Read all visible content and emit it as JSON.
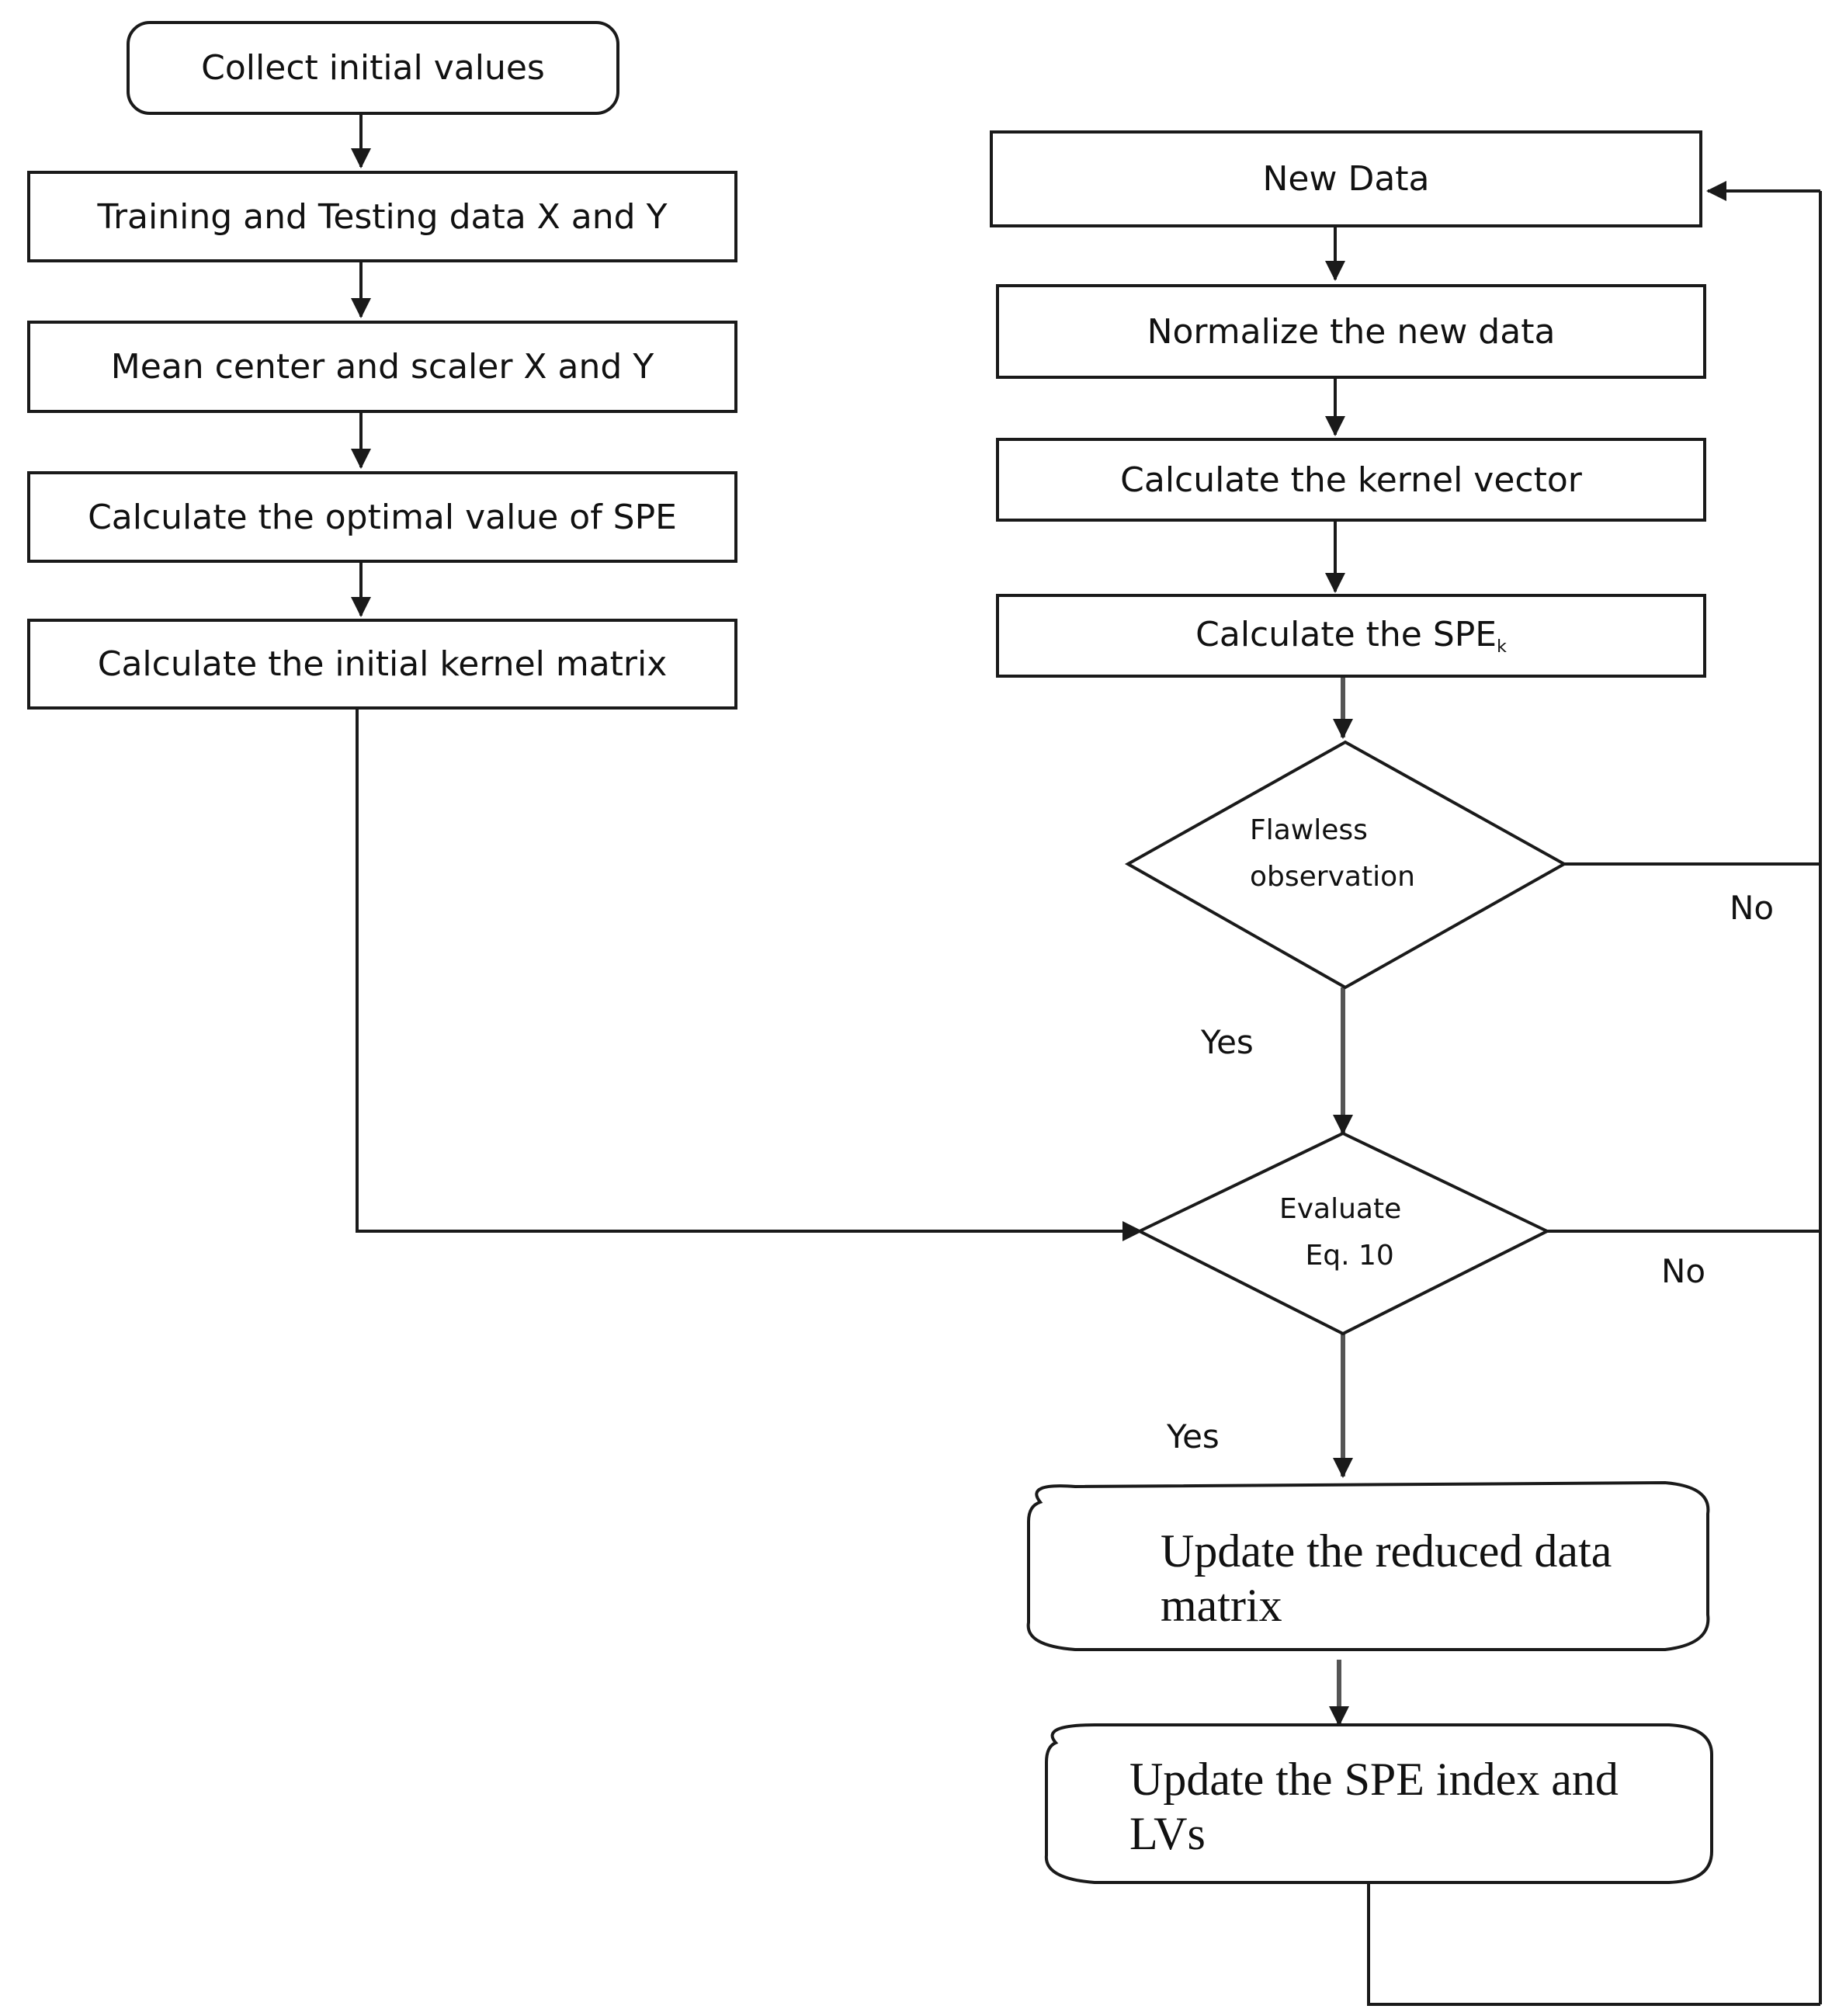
{
  "left_column": {
    "collect": "Collect initial values",
    "training": "Training and Testing data X and Y",
    "mean_center": "Mean center and scaler X and Y",
    "optimal_spe": "Calculate the optimal value of SPE",
    "initial_kernel": "Calculate the initial kernel matrix"
  },
  "right_column": {
    "new_data": "New Data",
    "normalize": "Normalize the new data",
    "kernel_vector": "Calculate the kernel vector",
    "spe_prefix": "Calculate the SPE",
    "spe_subscript": "k",
    "decision1_line1": "Flawless",
    "decision1_line2": "observation",
    "decision2_line1": "Evaluate",
    "decision2_line2": "Eq. 10",
    "update_reduced_line1": "Update the reduced data",
    "update_reduced_line2": "matrix",
    "update_spe_line1": "Update the SPE index and",
    "update_spe_line2": "LVs"
  },
  "labels": {
    "yes1": "Yes",
    "no1": "No",
    "yes2": "Yes",
    "no2": "No"
  },
  "colors": {
    "line": "#1a1a1a",
    "gray_line": "#555555",
    "background": "#ffffff"
  }
}
